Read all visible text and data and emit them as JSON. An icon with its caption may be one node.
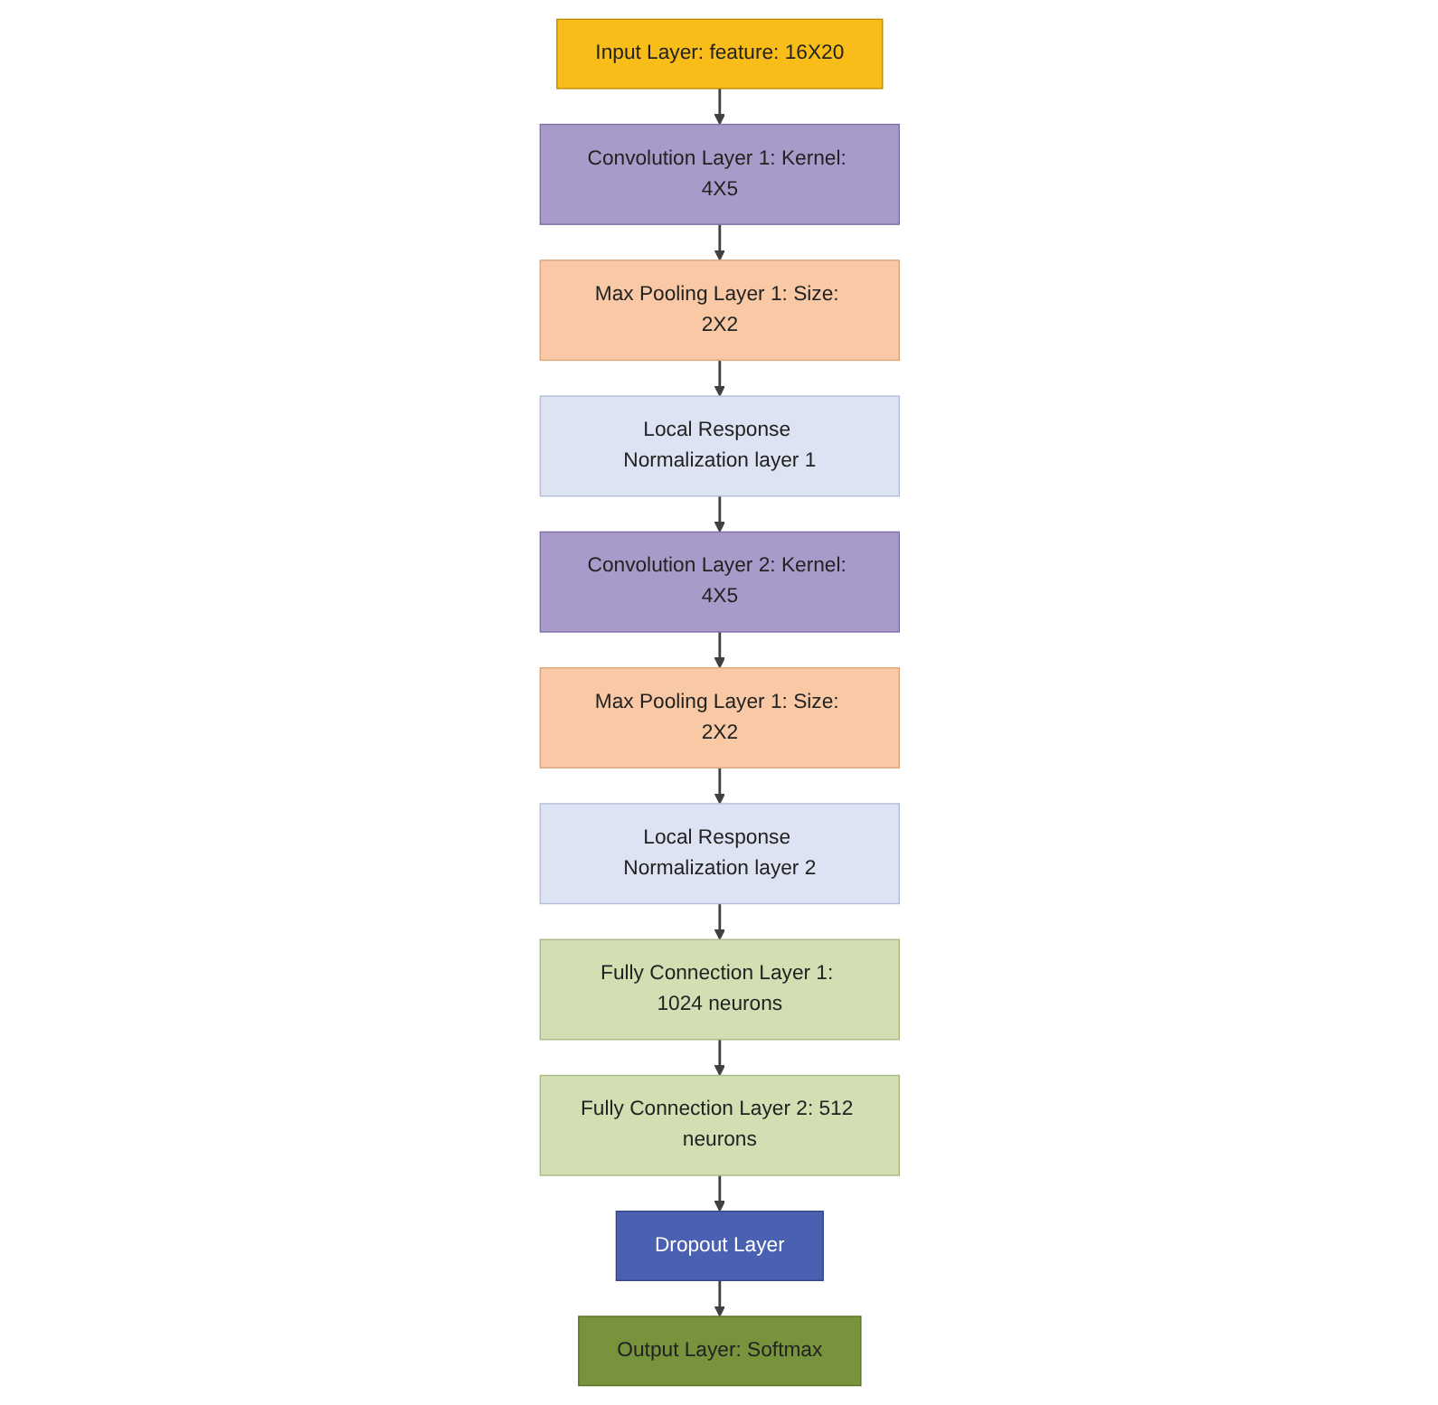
{
  "diagram": {
    "nodes": [
      {
        "text": [
          "Input Layer: feature: 16X20"
        ]
      },
      {
        "text": [
          "Convolution Layer 1: Kernel: 4X5"
        ]
      },
      {
        "text": [
          "Max Pooling Layer 1: Size: 2X2"
        ]
      },
      {
        "text": [
          "Local Response Normalization layer 1"
        ]
      },
      {
        "text": [
          "Local Response Normalization layer 2"
        ]
      },
      {
        "text": [
          "Max Pooling Layer 1: Size: 2X2"
        ]
      },
      {
        "text": [
          "Convolution Layer 2: Kernel: 4X5"
        ]
      },
      {
        "text": [
          "Fully Connection Layer 1: 1024 neurons"
        ]
      },
      {
        "text": [
          "Fully Connection Layer 2: 512 neurons"
        ]
      },
      {
        "text": [
          "Dropout Layer"
        ]
      },
      {
        "text": [
          "Output Layer: Softmax"
        ]
      }
    ],
    "edges": [
      {
        "from": 0,
        "to": 1,
        "arrow": "to"
      },
      {
        "from": 1,
        "to": 2,
        "arrow": "to"
      },
      {
        "from": 2,
        "to": 3,
        "arrow": "to"
      },
      {
        "from": 3,
        "to": 6,
        "arrow": "to"
      },
      {
        "from": 6,
        "to": 5,
        "arrow": "to"
      },
      {
        "from": 5,
        "to": 4,
        "arrow": "to"
      },
      {
        "from": 4,
        "to": 7,
        "arrow": "to"
      },
      {
        "from": 7,
        "to": 8,
        "arrow": "to"
      },
      {
        "from": 8,
        "to": 9,
        "arrow": "to"
      },
      {
        "from": 9,
        "to": 10,
        "arrow": "to"
      }
    ]
  }
}
